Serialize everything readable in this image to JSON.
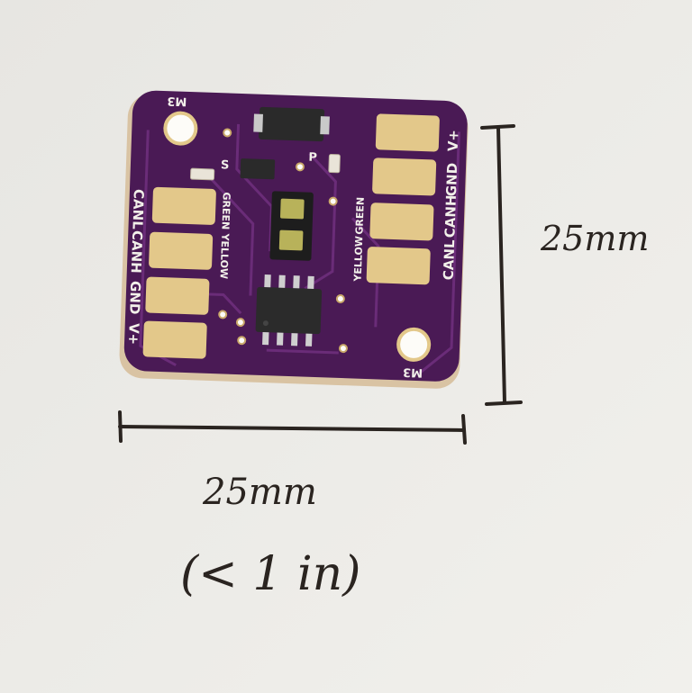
{
  "board": {
    "color": "#4a1a55",
    "pad_color": "#e3c88a",
    "edge_color": "#c8a27a",
    "left_labels": [
      "CANL",
      "CANH",
      "GND",
      "V+"
    ],
    "right_labels": [
      "V+",
      "GND",
      "CANH",
      "CANL"
    ],
    "left_led_labels": [
      "GREEN",
      "YELLOW"
    ],
    "right_led_labels": [
      "GREEN",
      "YELLOW"
    ],
    "mount_label_top": "M3",
    "mount_label_bottom": "M3",
    "led_label_s": "S",
    "led_label_p": "P"
  },
  "annotations": {
    "height": "25mm",
    "width": "25mm",
    "note": "(< 1 in)"
  }
}
